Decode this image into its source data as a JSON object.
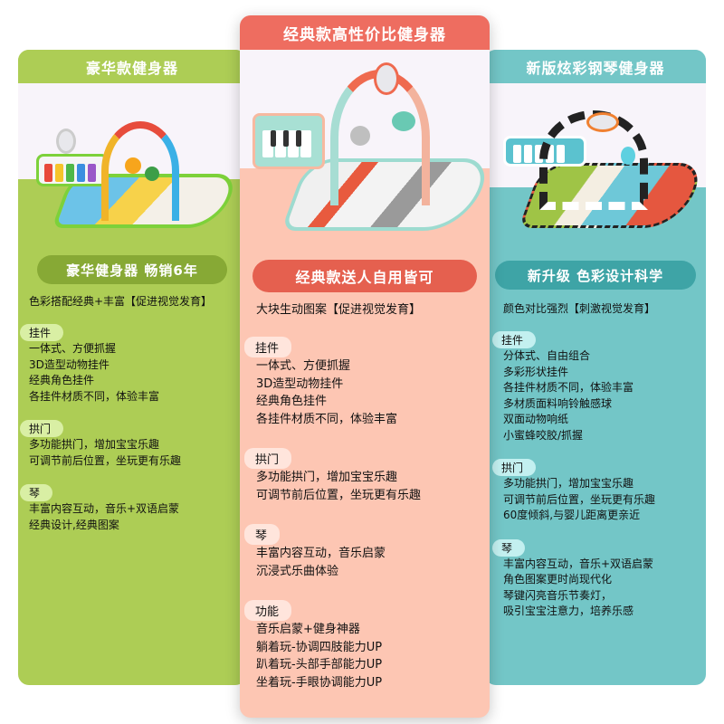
{
  "colors": {
    "left_accent": "#adcd55",
    "left_pill": "#87a935",
    "center_accent": "#ee6d60",
    "center_bg": "#fdc6b3",
    "center_pill": "#e5604f",
    "right_accent": "#73c6c7",
    "right_pill": "#3ea4a6"
  },
  "cards": [
    {
      "title": "豪华款健身器",
      "image": "green-piano-play-gym-photo",
      "slogan": "豪华健身器 畅销6年",
      "intro": "色彩搭配经典+丰富【促进视觉发育】",
      "sections": [
        {
          "tag": "挂件",
          "lines": [
            "一体式、方便抓握",
            "3D造型动物挂件",
            "经典角色挂件",
            "各挂件材质不同，体验丰富"
          ]
        },
        {
          "tag": "拱门",
          "lines": [
            "多功能拱门，增加宝宝乐趣",
            "可调节前后位置，坐玩更有乐趣"
          ]
        },
        {
          "tag": "琴",
          "lines": [
            "丰富内容互动，音乐+双语启蒙",
            "经典设计,经典图案"
          ]
        }
      ]
    },
    {
      "title": "经典款高性价比健身器",
      "image": "coral-piano-play-gym-photo",
      "slogan": "经典款送人自用皆可",
      "intro": "大块生动图案【促进视觉发育】",
      "sections": [
        {
          "tag": "挂件",
          "lines": [
            "一体式、方便抓握",
            "3D造型动物挂件",
            "经典角色挂件",
            "各挂件材质不同，体验丰富"
          ]
        },
        {
          "tag": "拱门",
          "lines": [
            "多功能拱门，增加宝宝乐趣",
            "可调节前后位置，坐玩更有乐趣"
          ]
        },
        {
          "tag": "琴",
          "lines": [
            "丰富内容互动，音乐启蒙",
            "沉浸式乐曲体验"
          ]
        },
        {
          "tag": "功能",
          "lines": [
            "音乐启蒙+健身神器",
            "躺着玩-协调四肢能力UP",
            "趴着玩-头部手部能力UP",
            "坐着玩-手眼协调能力UP"
          ]
        }
      ]
    },
    {
      "title": "新版炫彩钢琴健身器",
      "image": "teal-piano-play-gym-photo",
      "slogan": "新升级 色彩设计科学",
      "intro": "颜色对比强烈【刺激视觉发育】",
      "sections": [
        {
          "tag": "挂件",
          "lines": [
            "分体式、自由组合",
            "多彩形状挂件",
            "各挂件材质不同，体验丰富",
            "多材质面料响铃触感球",
            "双面动物响纸",
            "小蜜蜂咬胶/抓握"
          ]
        },
        {
          "tag": "拱门",
          "lines": [
            "多功能拱门，增加宝宝乐趣",
            "可调节前后位置，坐玩更有乐趣",
            "60度倾斜,与婴儿距离更亲近"
          ]
        },
        {
          "tag": "琴",
          "lines": [
            "丰富内容互动，音乐+双语启蒙",
            "角色图案更时尚现代化",
            "琴键闪亮音乐节奏灯，",
            "吸引宝宝注意力，培养乐感"
          ]
        }
      ]
    }
  ]
}
